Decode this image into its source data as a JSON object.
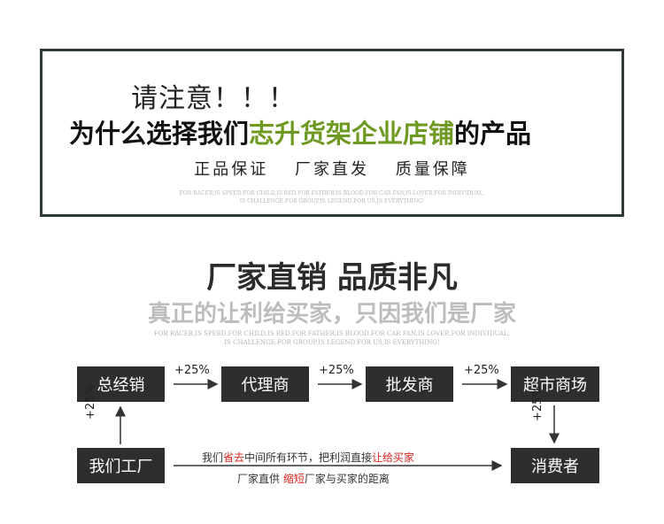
{
  "notice": {
    "attention": "请注意！！！",
    "headline_pre": "为什么选择我们",
    "headline_brand": "志升货架企业店铺",
    "headline_post": "的产品",
    "guarantees": [
      "正品保证",
      "厂家直发",
      "质量保障"
    ],
    "tagline_line1": "FOR RACER,IS SPEED.FOR CHILD,IS RED.FOR FATHER,IS BLOOD.FOR CAR FAN,IS LOVER.FOR INDIVIDUAL,",
    "tagline_line2": "IS CHALLENGE.FOR GROUP,IS LEGEND.FOR US,IS EVERYTHING!"
  },
  "section": {
    "title": "厂家直销  品质非凡",
    "subtitle": "真正的让利给买家，只因我们是厂家",
    "tagline_line1": "FOR RACER,IS SPEED.FOR CHILD,IS RED.FOR FATHER,IS BLOOD.FOR CAR FAN,IS LOVER.FOR INDIVIDUAL,",
    "tagline_line2": "IS CHALLENGE.FOR GROUP,IS LEGEND.FOR US,IS EVERYTHING!"
  },
  "chain": {
    "nodes": [
      "总经销",
      "代理商",
      "批发商",
      "超市商场",
      "我们工厂",
      "消费者"
    ],
    "markup": "+25%",
    "note1_a": "我们",
    "note1_b": "省去",
    "note1_c": "中间所有环节，把利润直接",
    "note1_d": "让给买家",
    "note2_a": "厂家直供 ",
    "note2_b": "缩短",
    "note2_c": "厂家与买家的距离"
  },
  "colors": {
    "brand_green": "#6f9a22",
    "highlight_red": "#d9261c",
    "box_dark": "#2e2e2e",
    "frame": "#2f3a33"
  }
}
